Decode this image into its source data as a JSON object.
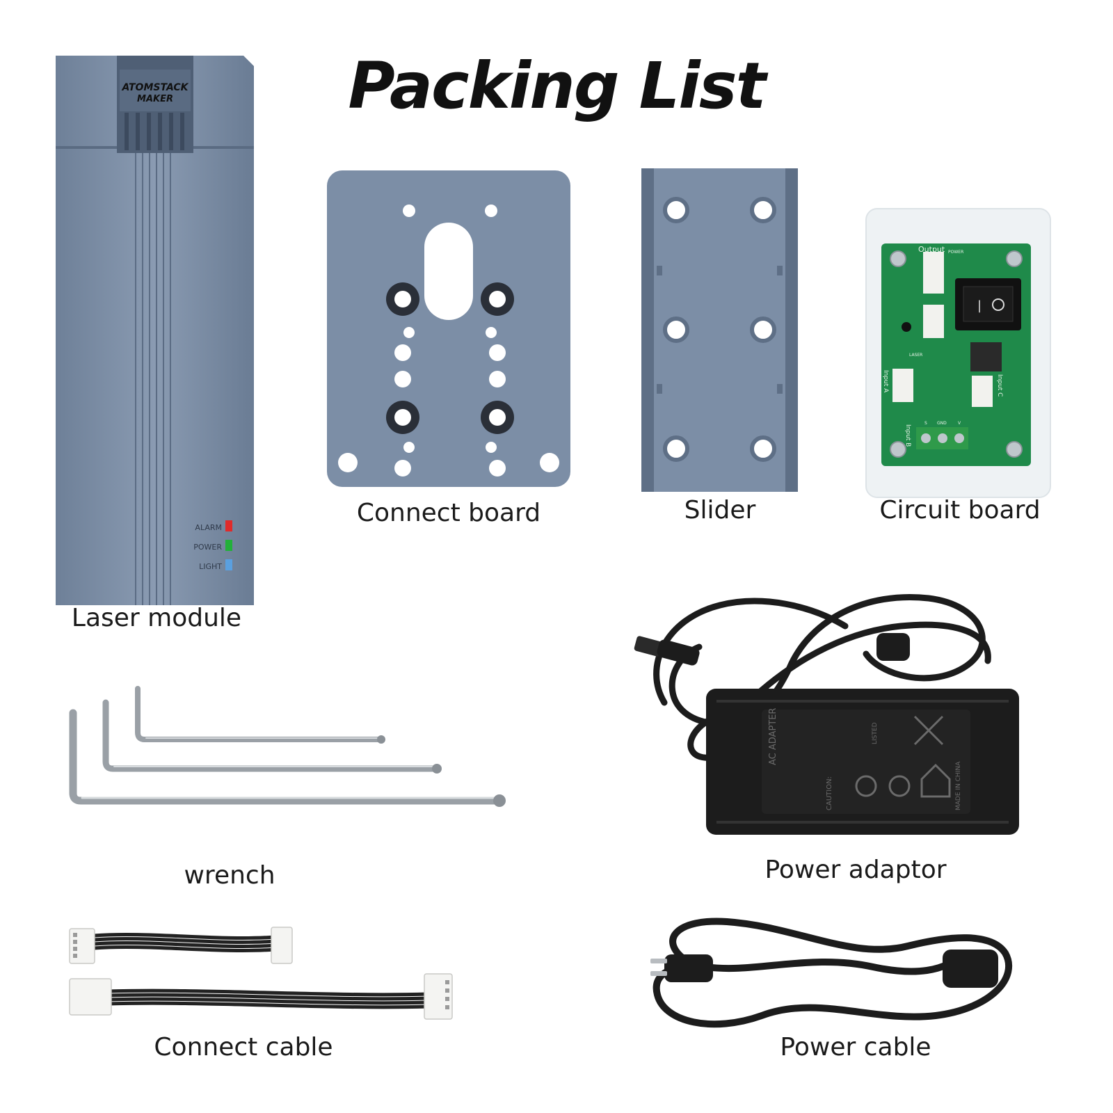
{
  "title": "Packing List",
  "brand_logo": {
    "line1": "ATOMSTACK",
    "line2": "MAKER"
  },
  "laser_indicators": [
    {
      "label": "ALARM",
      "color": "#e02a2a"
    },
    {
      "label": "POWER",
      "color": "#22b03a"
    },
    {
      "label": "LIGHT",
      "color": "#5aa0e0"
    }
  ],
  "circuit_board_print": {
    "output": "Output",
    "power": "POWER",
    "laser": "LASER",
    "input_a": "Input A",
    "input_b": "Input B",
    "input_c": "Input C",
    "pins": [
      "S",
      "GND",
      "V"
    ]
  },
  "adapter_print": {
    "heading": "AC ADAPTER",
    "caution": "CAUTION:",
    "listed": "LISTED",
    "made_in": "MADE IN CHINA"
  },
  "items": [
    {
      "key": "laser_module",
      "label": "Laser module"
    },
    {
      "key": "connect_board",
      "label": "Connect board"
    },
    {
      "key": "slider",
      "label": "Slider"
    },
    {
      "key": "circuit_board",
      "label": "Circuit board"
    },
    {
      "key": "wrench",
      "label": "wrench"
    },
    {
      "key": "power_adaptor",
      "label": "Power adaptor"
    },
    {
      "key": "connect_cable",
      "label": "Connect cable"
    },
    {
      "key": "power_cable",
      "label": "Power cable"
    }
  ],
  "colors": {
    "metal_blue": "#7c8ea6",
    "metal_dark": "#5e6f86",
    "pcb_green": "#1f8a4a",
    "adapter_black": "#1c1c1c"
  }
}
